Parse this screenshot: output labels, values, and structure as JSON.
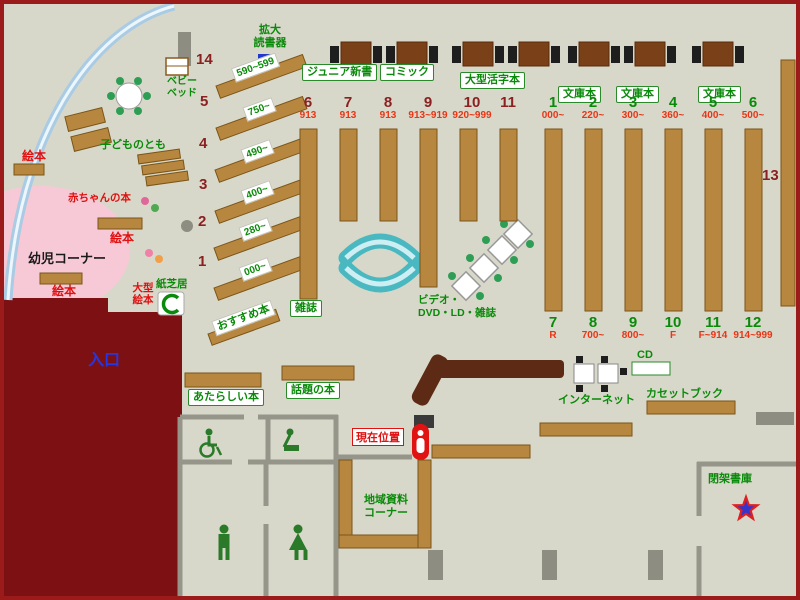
{
  "colors": {
    "floor": "#d8d8ca",
    "outer_wall": "#9b1b1b",
    "entrance_area": "#7c1013",
    "shelf_brown": "#b8873f",
    "accent_green": "#0a8a0a",
    "accent_red": "#e01010",
    "infant_pink": "#f7c9d6",
    "window_blue": "#a9cbe4",
    "seat_cyan": "#49b8c0",
    "counter_brown": "#5d2b15",
    "entrance_text_blue": "#2238e8"
  },
  "kids_area": {
    "ehon1": "絵本",
    "ehon2": "絵本",
    "ehon3": "絵本",
    "kodomo_no_tomo": "子どものとも",
    "akachan_books": "赤ちゃんの本",
    "infant_corner": "幼児コーナー",
    "baby_bed": [
      "ベビー",
      "ベッド"
    ],
    "large_ehon": [
      "大型",
      "絵本"
    ],
    "kamishibai": "紙芝居"
  },
  "top_area": {
    "magnifier": [
      "拡大",
      "読書器"
    ],
    "junior_shinsho": "ジュニア新書",
    "comic": "コミック",
    "large_print": "大型活字本",
    "bunko_1": "文庫本",
    "bunko_2": "文庫本",
    "bunko_3": "文庫本"
  },
  "diagonal_shelves": [
    {
      "num": "14",
      "range": "590~599"
    },
    {
      "num": "5",
      "range": "750~"
    },
    {
      "num": "4",
      "range": "490~"
    },
    {
      "num": "3",
      "range": "400~"
    },
    {
      "num": "2",
      "range": "280~"
    },
    {
      "num": "1",
      "range": "000~"
    }
  ],
  "stack_columns": {
    "left_top": [
      {
        "num": "6",
        "range": "913"
      },
      {
        "num": "7",
        "range": "913"
      },
      {
        "num": "8",
        "range": "913"
      },
      {
        "num": "9",
        "range": "913~919"
      },
      {
        "num": "10",
        "range": "920~999"
      },
      {
        "num": "11",
        "range": ""
      }
    ],
    "right_top": [
      {
        "num": "1",
        "range": "000~"
      },
      {
        "num": "2",
        "range": "220~"
      },
      {
        "num": "3",
        "range": "300~"
      },
      {
        "num": "4",
        "range": "360~"
      },
      {
        "num": "5",
        "range": "400~"
      },
      {
        "num": "6",
        "range": "500~"
      }
    ],
    "right_bottom": [
      {
        "num": "7",
        "range": "R"
      },
      {
        "num": "8",
        "range": "700~"
      },
      {
        "num": "9",
        "range": "800~"
      },
      {
        "num": "10",
        "range": "F"
      },
      {
        "num": "11",
        "range": "F~914"
      },
      {
        "num": "12",
        "range": "914~999"
      }
    ],
    "right_wall": "13"
  },
  "center_area": {
    "magazines": "雑誌",
    "video": [
      "ビデオ・",
      "DVD・LD・雑誌"
    ],
    "recommended": "おすすめ本"
  },
  "south_area": {
    "entrance": "入口",
    "new_books": "あたらしい本",
    "topical_books": "話題の本",
    "current_location": "現在位置",
    "cd": "CD",
    "internet": "インターネット",
    "cassette_books": "カセットブック",
    "local_materials": [
      "地域資料",
      "コーナー"
    ],
    "closed_stacks": "閉架書庫"
  }
}
